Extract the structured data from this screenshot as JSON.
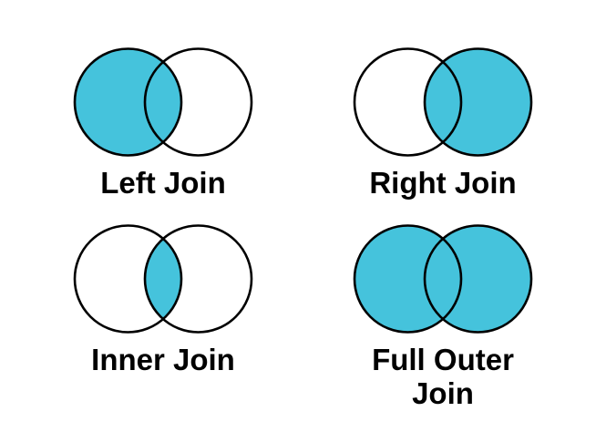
{
  "page": {
    "background": "#ffffff",
    "description": "SQL join types illustrated as two-circle Venn diagrams in a 2x2 grid"
  },
  "colors": {
    "highlight": "#45C3DC",
    "empty": "#ffffff",
    "outline": "#000000",
    "label_text": "#000000"
  },
  "diagrams": [
    {
      "id": "left-join",
      "label": "Left Join",
      "filled_regions": "left circle and intersection",
      "left_fill": "#45C3DC",
      "right_fill": "#ffffff",
      "intersection_fill": "#45C3DC"
    },
    {
      "id": "right-join",
      "label": "Right Join",
      "filled_regions": "right circle and intersection",
      "left_fill": "#ffffff",
      "right_fill": "#45C3DC",
      "intersection_fill": "#45C3DC"
    },
    {
      "id": "inner-join",
      "label": "Inner Join",
      "filled_regions": "intersection only",
      "left_fill": "#ffffff",
      "right_fill": "#ffffff",
      "intersection_fill": "#45C3DC"
    },
    {
      "id": "full-outer-join",
      "label": "Full Outer Join",
      "filled_regions": "both circles and intersection",
      "left_fill": "#45C3DC",
      "right_fill": "#45C3DC",
      "intersection_fill": "#45C3DC"
    }
  ]
}
